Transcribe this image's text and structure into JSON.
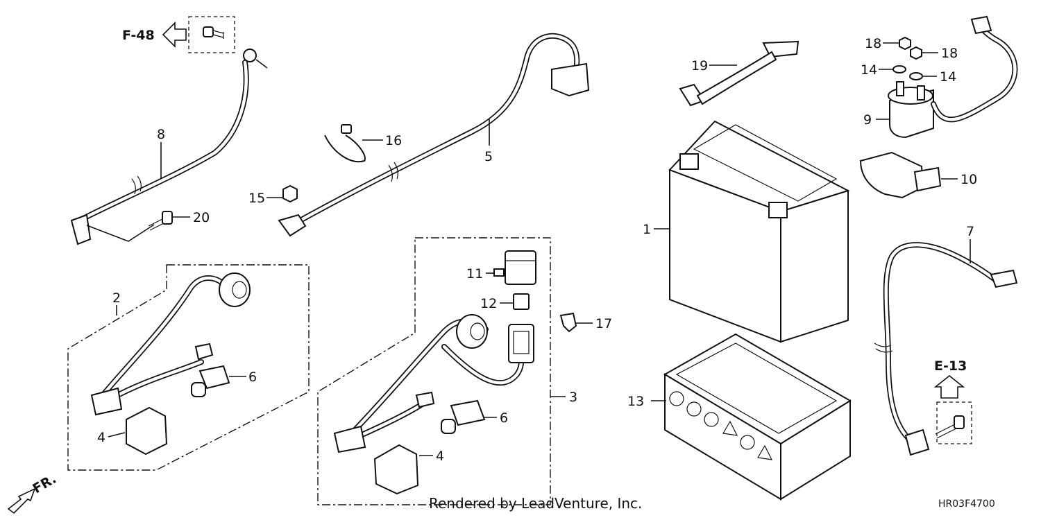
{
  "refs": {
    "f48": "F-48",
    "e13": "E-13",
    "fr": "FR."
  },
  "callouts": [
    {
      "key": "c8",
      "label": "8"
    },
    {
      "key": "c20",
      "label": "20"
    },
    {
      "key": "c16",
      "label": "16"
    },
    {
      "key": "c5",
      "label": "5"
    },
    {
      "key": "c15",
      "label": "15"
    },
    {
      "key": "c19",
      "label": "19"
    },
    {
      "key": "c18a",
      "label": "18"
    },
    {
      "key": "c18b",
      "label": "18"
    },
    {
      "key": "c14a",
      "label": "14"
    },
    {
      "key": "c14b",
      "label": "14"
    },
    {
      "key": "c9",
      "label": "9"
    },
    {
      "key": "c10",
      "label": "10"
    },
    {
      "key": "c1",
      "label": "1"
    },
    {
      "key": "c2",
      "label": "2"
    },
    {
      "key": "c6a",
      "label": "6"
    },
    {
      "key": "c4a",
      "label": "4"
    },
    {
      "key": "c11",
      "label": "11"
    },
    {
      "key": "c12",
      "label": "12"
    },
    {
      "key": "c17",
      "label": "17"
    },
    {
      "key": "c3",
      "label": "3"
    },
    {
      "key": "c6b",
      "label": "6"
    },
    {
      "key": "c4b",
      "label": "4"
    },
    {
      "key": "c13",
      "label": "13"
    },
    {
      "key": "c7",
      "label": "7"
    }
  ],
  "footer": {
    "credit": "Rendered by LeadVenture, Inc.",
    "code": "HR03F4700"
  }
}
